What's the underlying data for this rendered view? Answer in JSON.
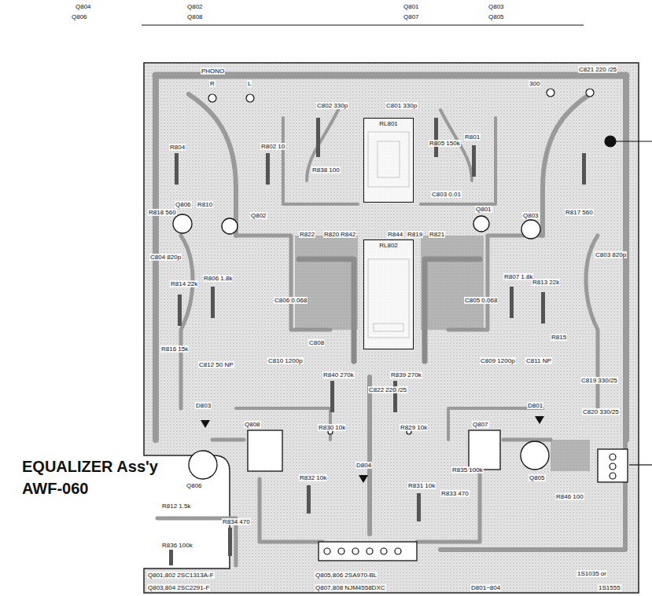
{
  "diagram": {
    "title": "EQUALIZER Ass'y AWF-060",
    "nodes": [
      {
        "text": [
          "RL801"
        ]
      },
      {
        "text": [
          "RL802"
        ]
      }
    ],
    "labels": [
      "Q804",
      "Q806",
      "Q802",
      "Q808",
      "Q801",
      "Q807",
      "Q803",
      "Q805",
      "PHONO",
      "R",
      "L",
      "C802 330p",
      "C801 330p",
      "C821 220 /25",
      "300",
      "R804",
      "R802 10",
      "R838 100",
      "R805 150k",
      "R801",
      "R818 560",
      "Q806",
      "R810",
      "Q802",
      "R822",
      "R820",
      "R842",
      "R844",
      "R819",
      "R821",
      "C803 0.01",
      "Q801",
      "Q803",
      "R817 560",
      "C804 820p",
      "R814 22k",
      "R806 1.8k",
      "C806 0.068",
      "C805 0.068",
      "R807 1.8k",
      "R813 22k",
      "C803 820p",
      "R816 15k",
      "C812 50 NP",
      "D803",
      "C810 1200p",
      "C808",
      "R840 270k",
      "R839 270k",
      "C822 220 /25",
      "C809 1200p",
      "C811 NP",
      "R815",
      "D801",
      "C819 330/25",
      "C820 330/25",
      "Q808",
      "R830 10k",
      "R829 10k",
      "Q807",
      "Q805",
      "Q806",
      "R812 1.5k",
      "R834 470",
      "R832 10k",
      "R831 10k",
      "R833 470",
      "R835 100k",
      "R846 100",
      "R836 100k",
      "D804",
      "Q801,802 2SC1313A-F",
      "Q805,806 2SA970-BL",
      "1S1035 or",
      "Q803,804 2SC2291-F",
      "Q807,808 NJM4558DXC",
      "D801~804",
      "1S1555"
    ]
  }
}
